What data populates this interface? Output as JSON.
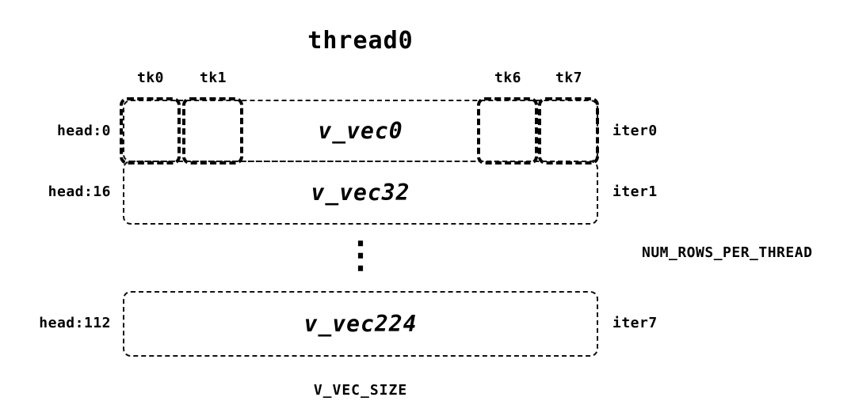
{
  "title": "thread0",
  "tk_labels": [
    "tk0",
    "tk1",
    "tk6",
    "tk7"
  ],
  "rows": [
    {
      "head": "head:0",
      "vec": "v_vec0",
      "iter": "iter0"
    },
    {
      "head": "head:16",
      "vec": "v_vec32",
      "iter": "iter1"
    },
    {
      "head": "head:112",
      "vec": "v_vec224",
      "iter": "iter7"
    }
  ],
  "ellipsis": "⋮",
  "right_annotation": "NUM_ROWS_PER_THREAD",
  "bottom_label": "V_VEC_SIZE",
  "colors": {
    "ink": "#000000",
    "background": "#ffffff"
  }
}
